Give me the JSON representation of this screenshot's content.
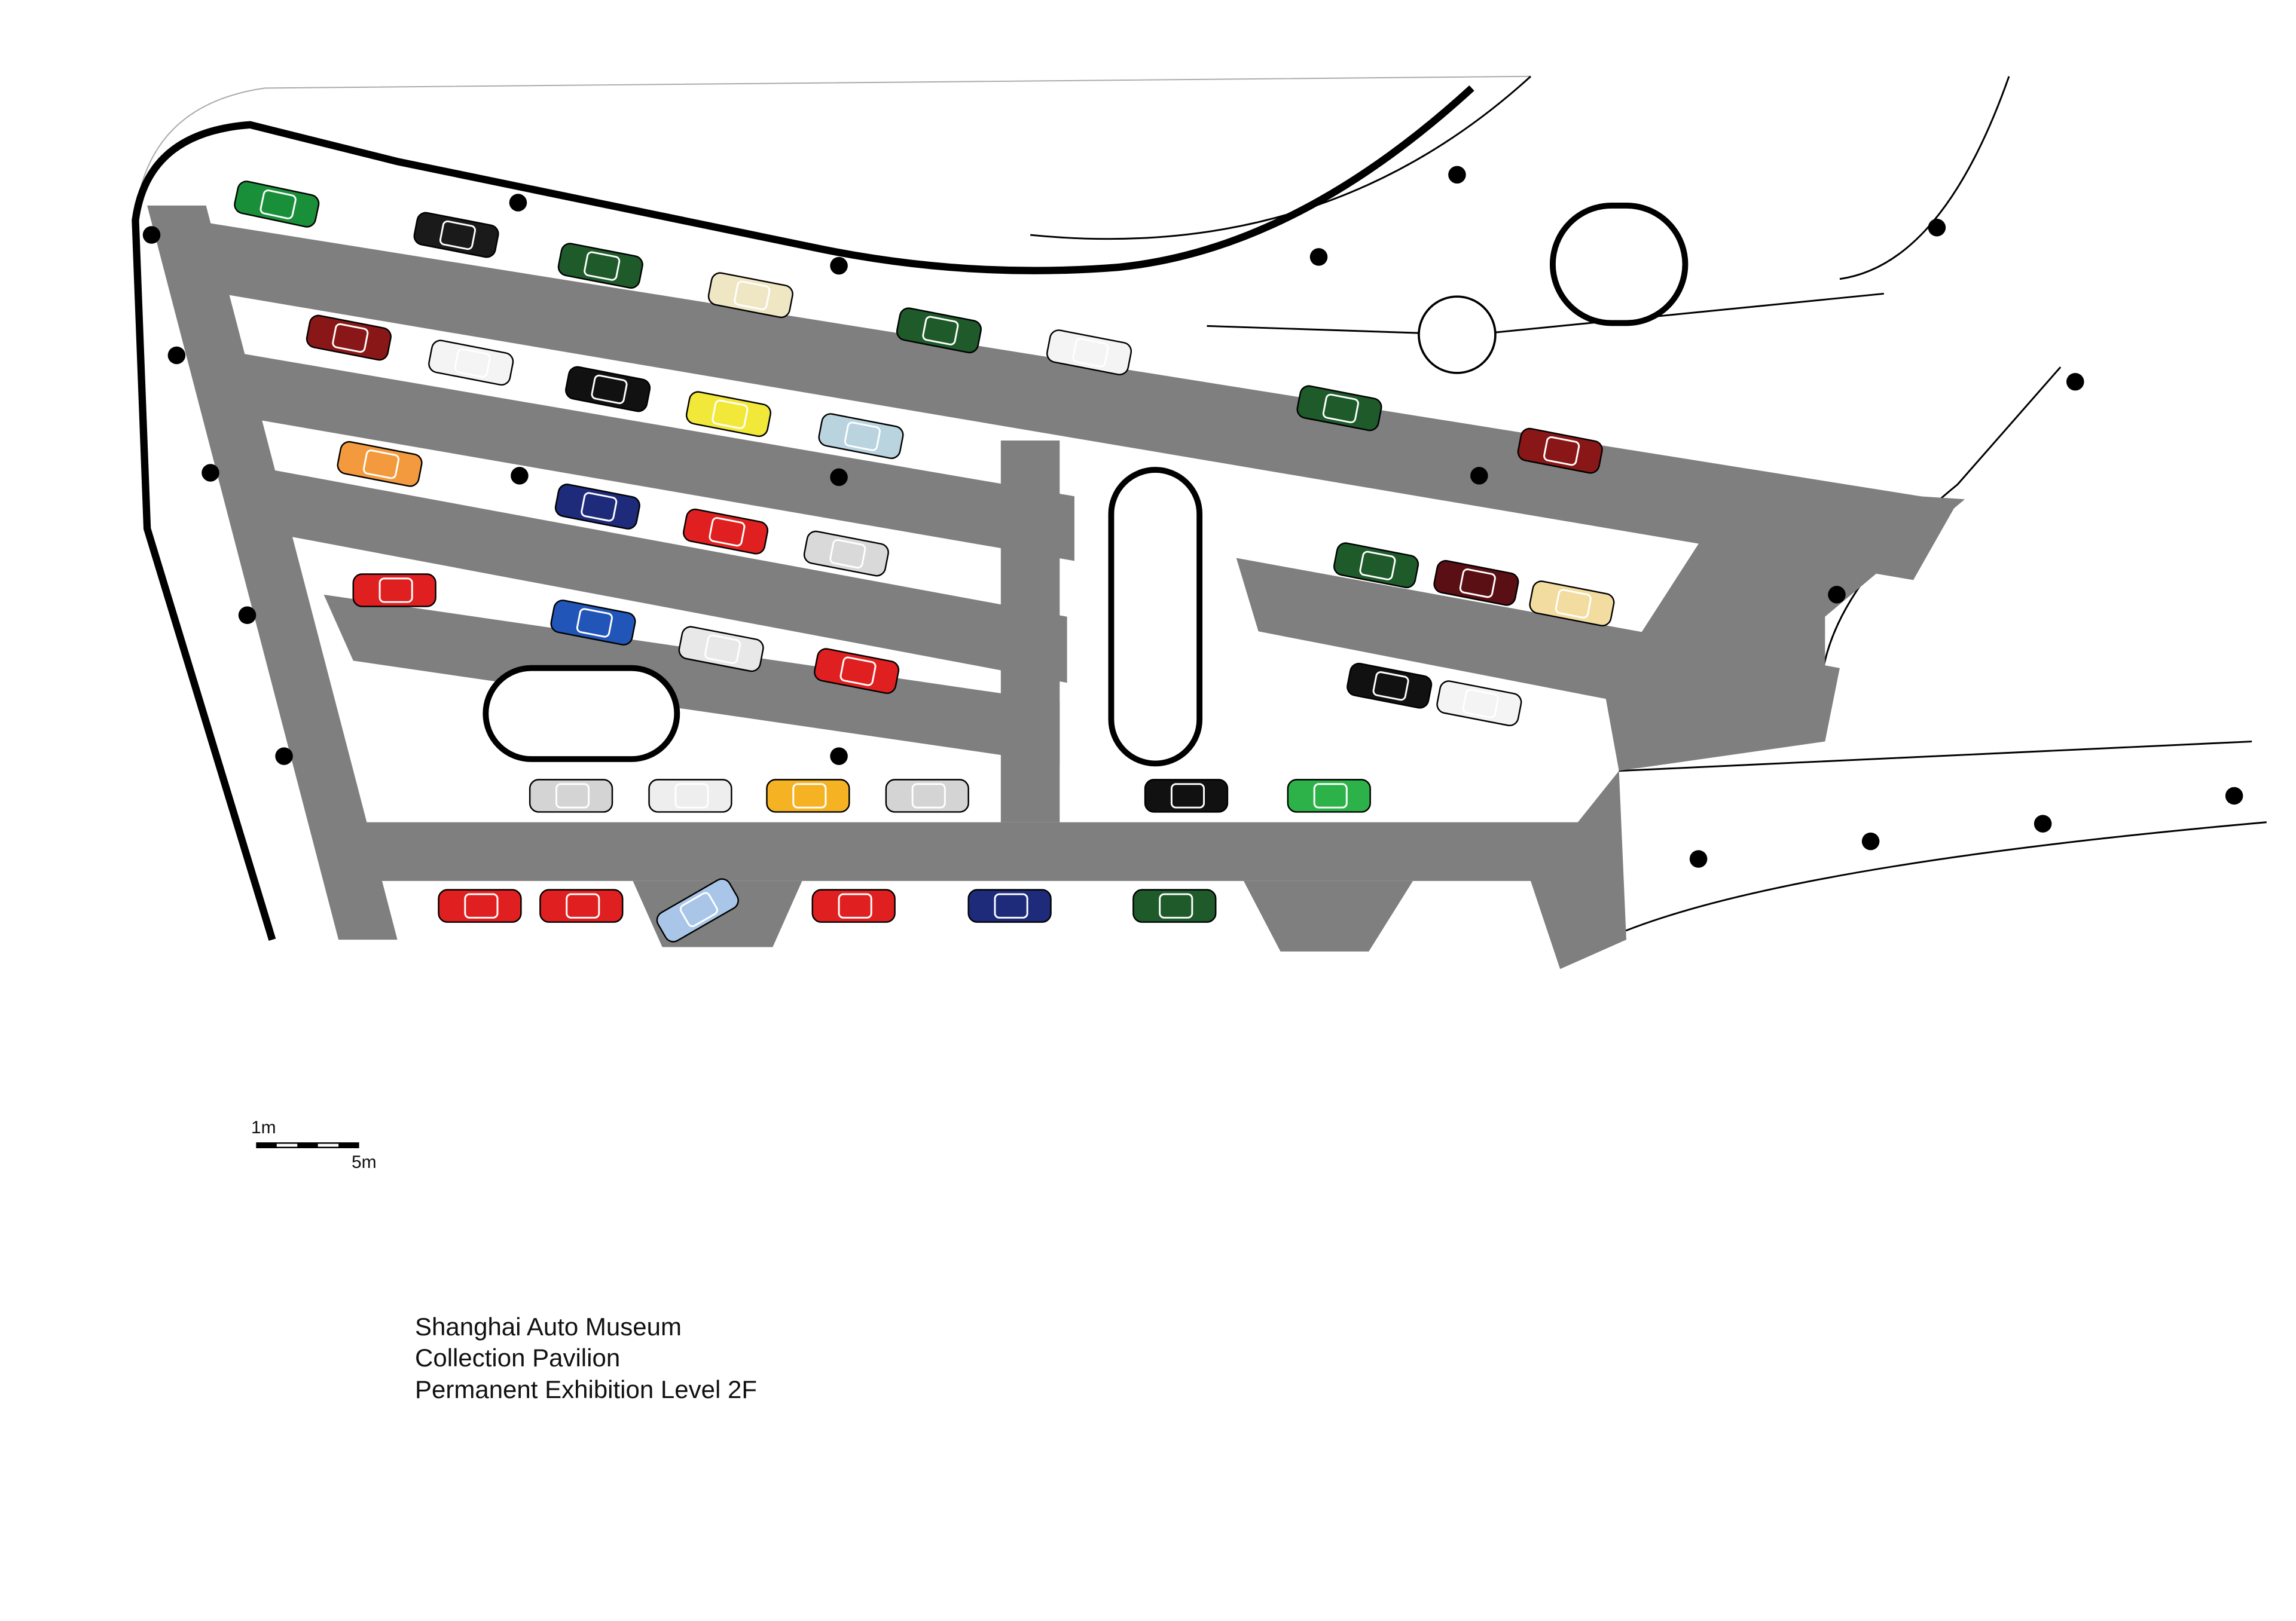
{
  "title": {
    "line1": "Shanghai Auto Museum",
    "line2": "Collection  Pavilion",
    "line3": "Permanent Exhibition Level 2F"
  },
  "scale_bar": {
    "small_label": "1m",
    "large_label": "5m"
  },
  "colors": {
    "floor": "#7f7f7f",
    "wall": "#000000",
    "display": "#ffffff",
    "highlight": "#e6e6e6"
  },
  "cars": [
    {
      "color": "#1a8f3a"
    },
    {
      "color": "#1a1a1a"
    },
    {
      "color": "#1e5a2a"
    },
    {
      "color": "#efe6c4"
    },
    {
      "color": "#1e5a2a"
    },
    {
      "color": "#f4f4f4"
    },
    {
      "color": "#8a1717"
    },
    {
      "color": "#f4f4f4"
    },
    {
      "color": "#111111"
    },
    {
      "color": "#f2e83a"
    },
    {
      "color": "#b9d3df"
    },
    {
      "color": "#f39a3e"
    },
    {
      "color": "#1e2a7a"
    },
    {
      "color": "#e02020"
    },
    {
      "color": "#d9d9d9"
    },
    {
      "color": "#e02020"
    },
    {
      "color": "#2255b8"
    },
    {
      "color": "#e8e8e8"
    },
    {
      "color": "#e02020"
    },
    {
      "color": "#1e5a2a"
    },
    {
      "color": "#8a1717"
    },
    {
      "color": "#1e5a2a"
    },
    {
      "color": "#5a0f14"
    },
    {
      "color": "#f2dca0"
    },
    {
      "color": "#111111"
    },
    {
      "color": "#f4f4f4"
    },
    {
      "color": "#d4d4d4"
    },
    {
      "color": "#eeeeee"
    },
    {
      "color": "#f5b324"
    },
    {
      "color": "#d4d4d4"
    },
    {
      "color": "#111111"
    },
    {
      "color": "#2db24a"
    },
    {
      "color": "#e02020"
    },
    {
      "color": "#e02020"
    },
    {
      "color": "#a9c6e8"
    },
    {
      "color": "#e02020"
    },
    {
      "color": "#1e2a7a"
    },
    {
      "color": "#1e5a2a"
    }
  ]
}
